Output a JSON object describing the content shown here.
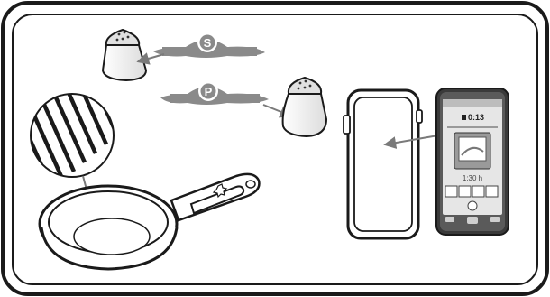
{
  "salt_label": {
    "letter": "S",
    "icon": "salt-shaker-icon"
  },
  "pepper_label": {
    "letter": "P",
    "icon": "pepper-shaker-icon"
  },
  "phone_screen": {
    "timer_text": "0:13",
    "cook_time_text": "1:30 h"
  },
  "icons": {
    "pan": "frying-pan-icon",
    "stripes": "striped-pan-coating-icon",
    "case": "phone-case-icon",
    "phone": "smartphone-icon"
  },
  "colors": {
    "outline": "#1a1a1a",
    "label_gray": "#8a8a8a",
    "phone_body": "#3a3a3a",
    "screen": "#e6e6e6"
  }
}
